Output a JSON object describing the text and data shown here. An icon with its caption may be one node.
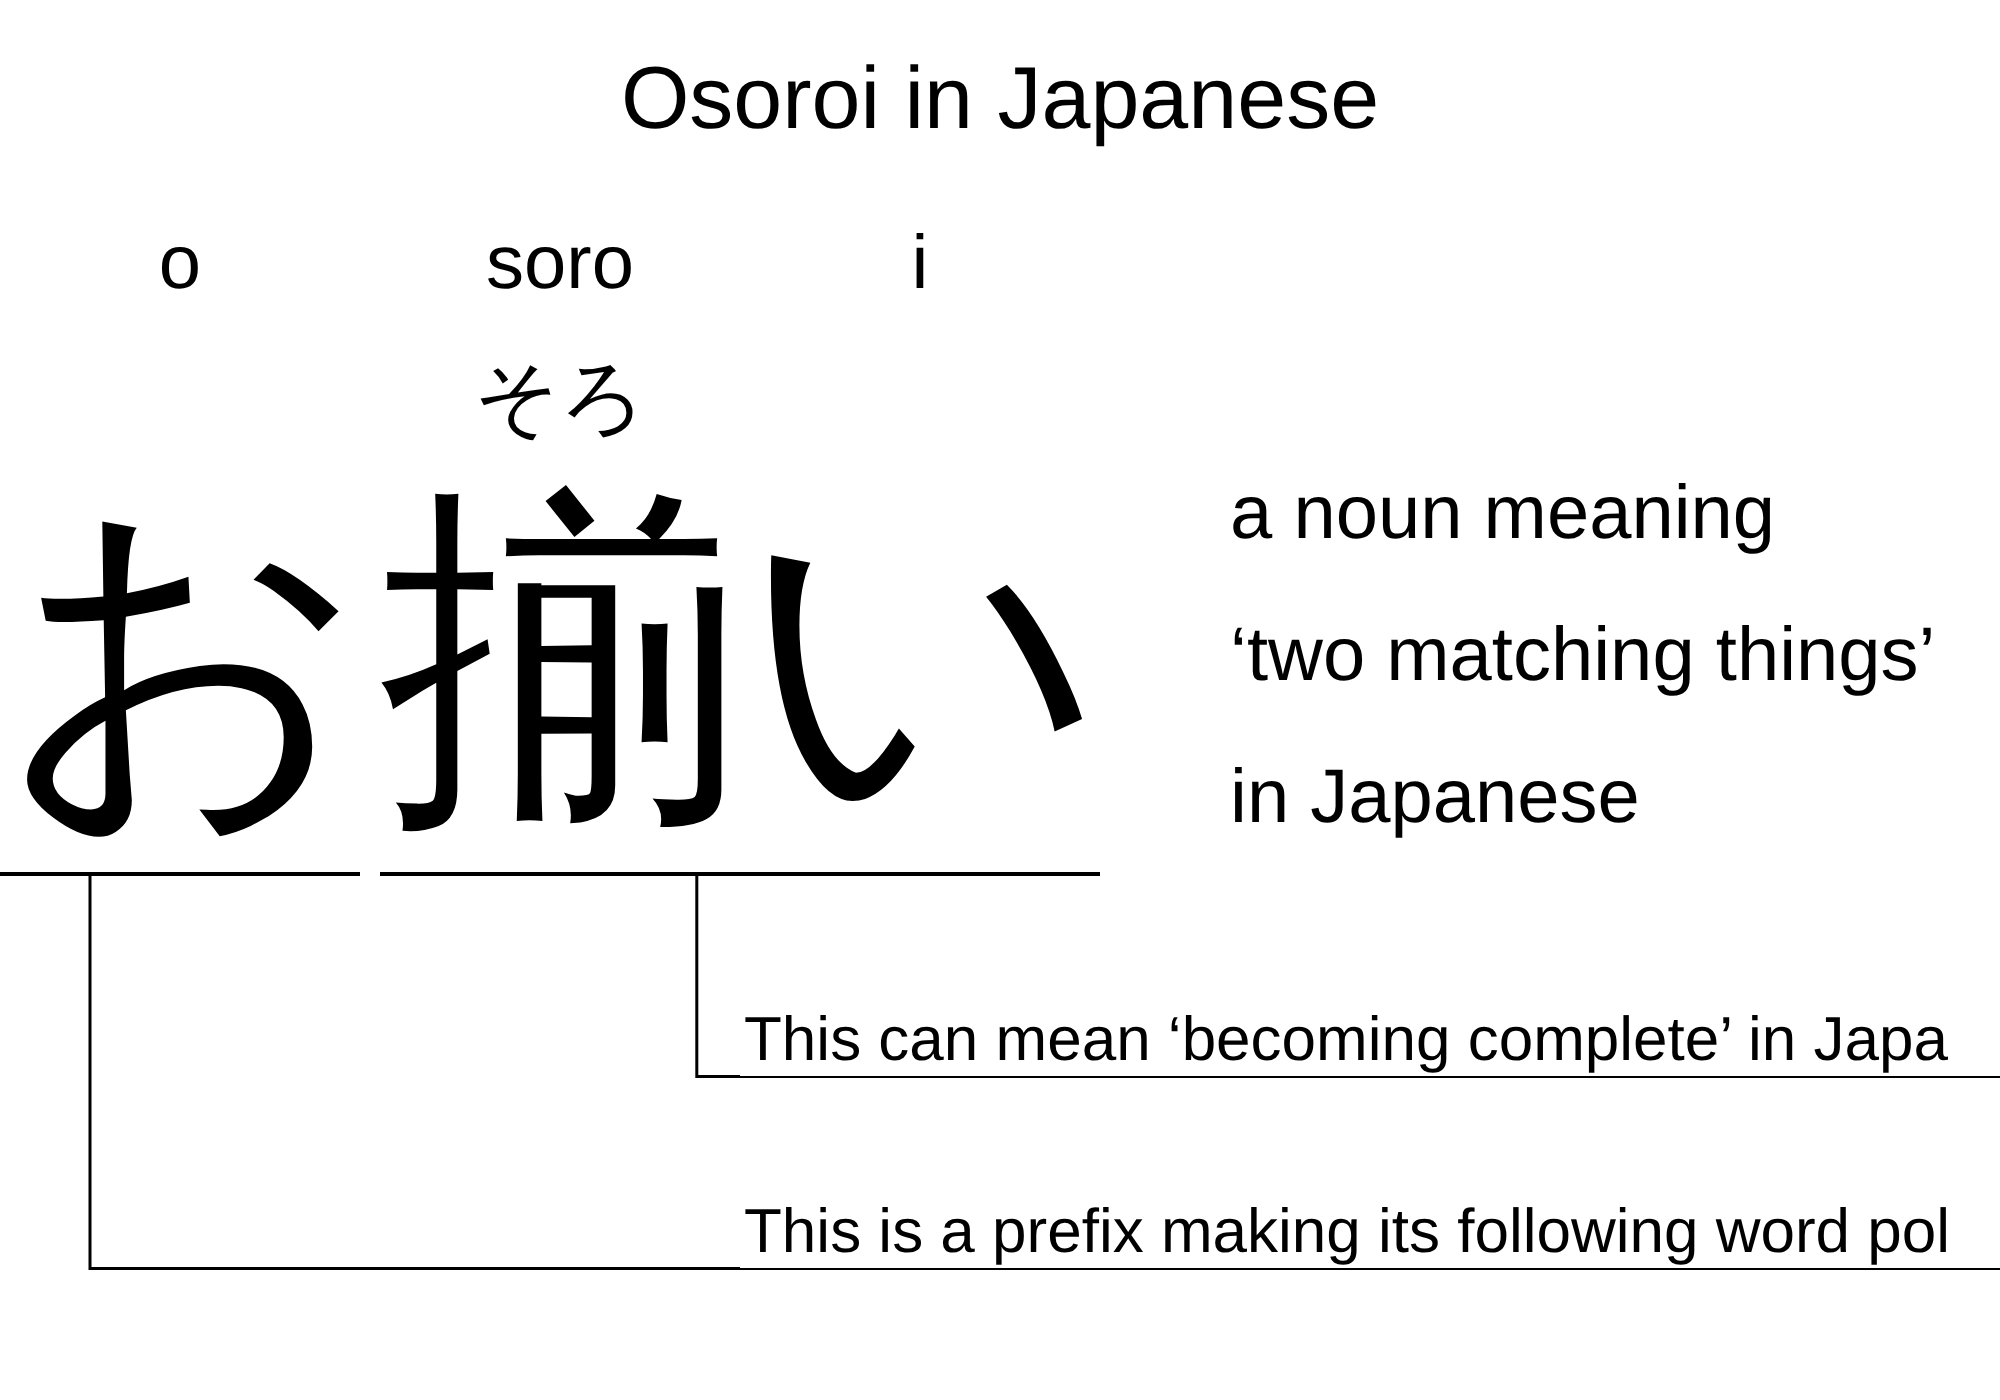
{
  "diagram": {
    "title": "Osoroi in Japanese",
    "nodes": [
      {
        "text": [
          "お"
        ]
      },
      {
        "text": [
          "揃い"
        ]
      },
      {
        "text": [
          "This can mean ‘becoming complete’ in Japa"
        ]
      },
      {
        "text": [
          "This is a prefix making its following word pol"
        ]
      }
    ],
    "edges": [
      {
        "from": 2,
        "to": 1,
        "arrow": "none"
      },
      {
        "from": 3,
        "to": 0,
        "arrow": "none"
      }
    ],
    "labels": [
      "o",
      "soro",
      "i",
      "そろ",
      "a noun meaning ‘two matching things’ in Japanese"
    ]
  }
}
